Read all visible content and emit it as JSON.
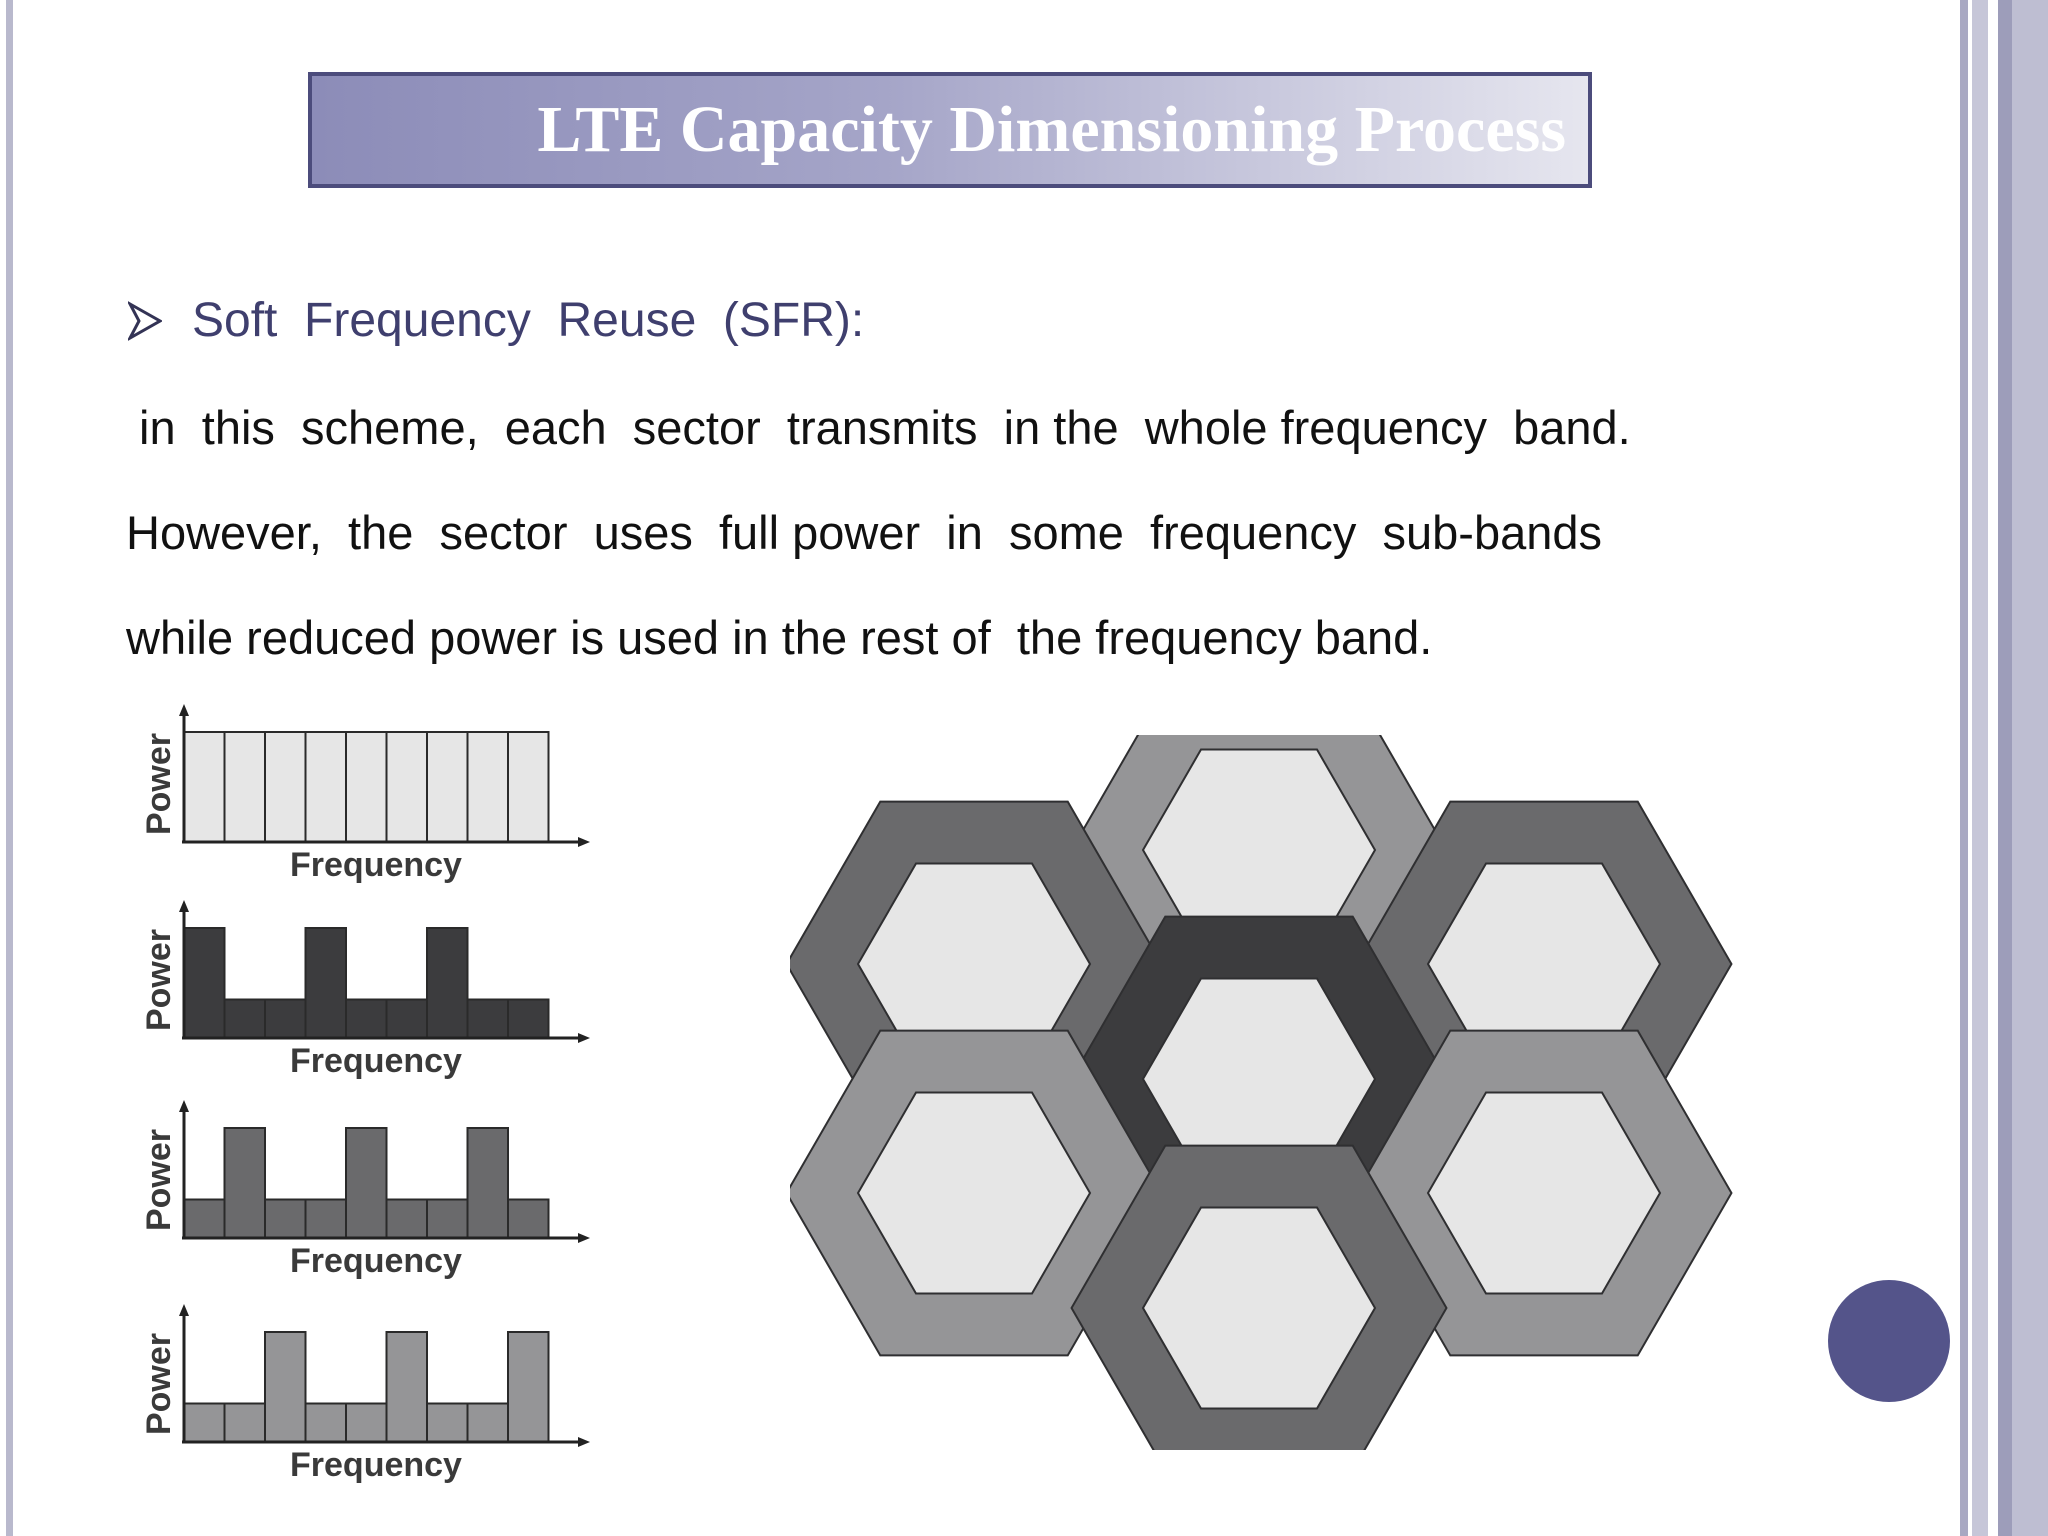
{
  "slide": {
    "title": "LTE Capacity Dimensioning Process",
    "bullet": "Soft  Frequency  Reuse  (SFR):",
    "paragraph_lines": [
      " in  this  scheme,  each  sector  transmits  in the  whole frequency  band.",
      "However,  the  sector  uses  full power  in  some  frequency  sub-bands",
      "while reduced power is used in the rest of  the frequency band."
    ]
  },
  "figure": {
    "spectrum_panels": [
      {
        "ylabel": "Power",
        "xlabel": "Frequency",
        "fill": "#e6e6e6",
        "levels": [
          1,
          1,
          1,
          1,
          1,
          1,
          1,
          1,
          1
        ]
      },
      {
        "ylabel": "Power",
        "xlabel": "Frequency",
        "fill": "#3c3c3e",
        "levels": [
          1,
          0.35,
          0.35,
          1,
          0.35,
          0.35,
          1,
          0.35,
          0.35
        ]
      },
      {
        "ylabel": "Power",
        "xlabel": "Frequency",
        "fill": "#6a6a6c",
        "levels": [
          0.35,
          1,
          0.35,
          0.35,
          1,
          0.35,
          0.35,
          1,
          0.35
        ]
      },
      {
        "ylabel": "Power",
        "xlabel": "Frequency",
        "fill": "#959597",
        "levels": [
          0.35,
          0.35,
          1,
          0.35,
          0.35,
          1,
          0.35,
          0.35,
          1
        ]
      }
    ],
    "hex_cells": [
      {
        "name": "top",
        "ring": "#959597"
      },
      {
        "name": "upper-left",
        "ring": "#6a6a6c"
      },
      {
        "name": "upper-right",
        "ring": "#6a6a6c"
      },
      {
        "name": "center",
        "ring": "#3c3c3e"
      },
      {
        "name": "lower-left",
        "ring": "#959597"
      },
      {
        "name": "lower-right",
        "ring": "#959597"
      },
      {
        "name": "bottom",
        "ring": "#6a6a6c"
      }
    ],
    "inner_fill": "#e6e6e6"
  },
  "colors": {
    "accent": "#54548a",
    "bullet_text": "#3f3f6e",
    "title_border": "#4c4c7c"
  }
}
